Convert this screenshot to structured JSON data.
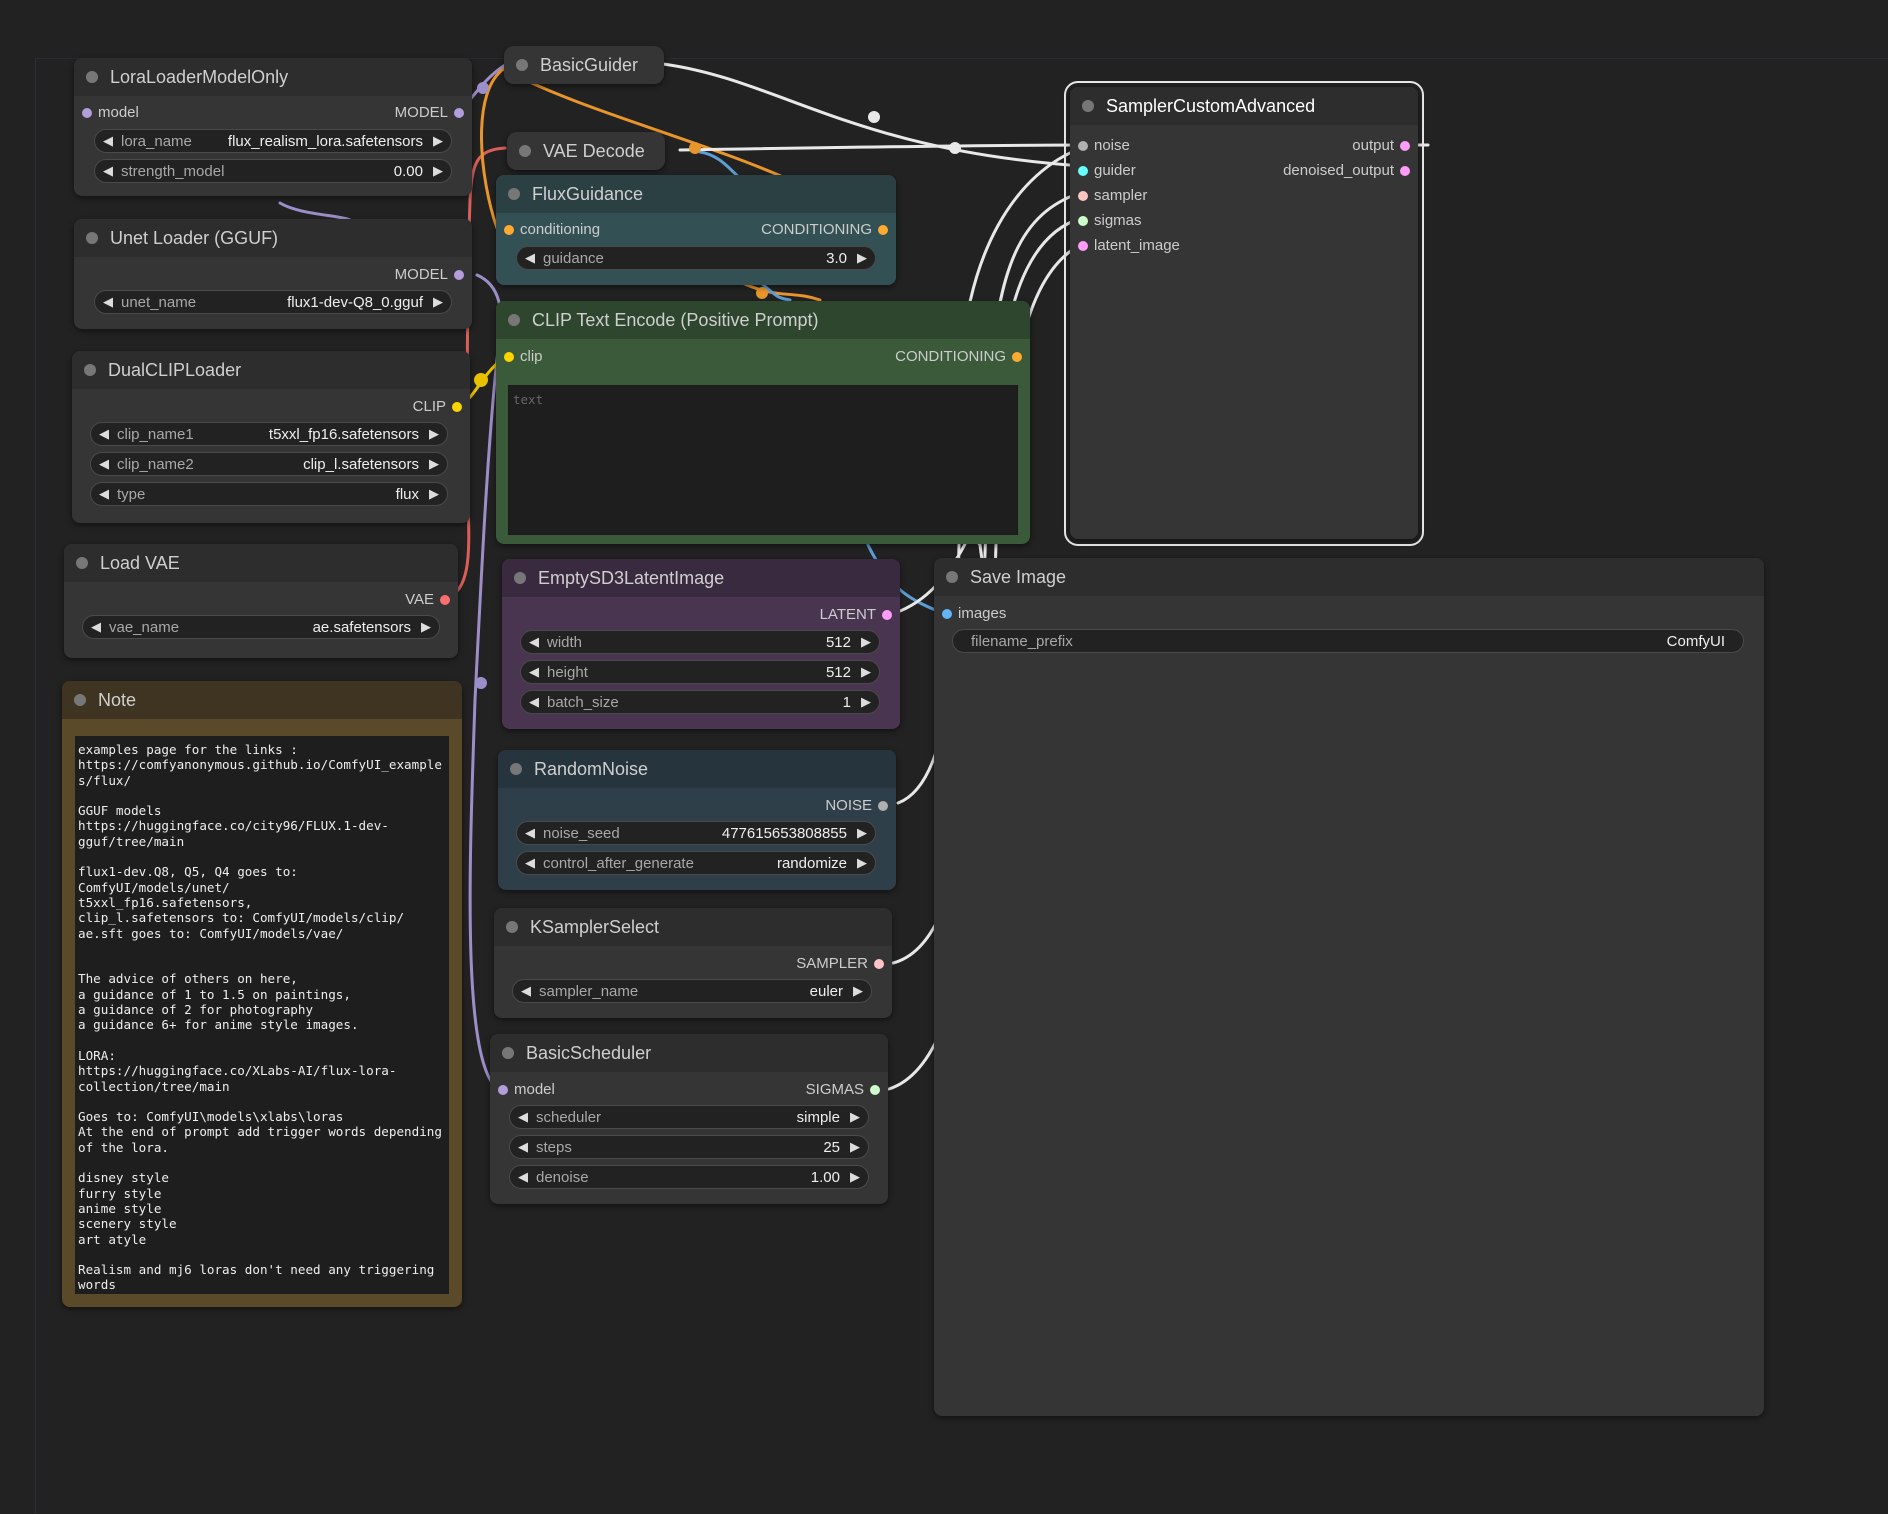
{
  "colors": {
    "background": "#222222",
    "node_body": "#353535",
    "node_title": "#2d2d2d",
    "model": "#b39ddb",
    "clip": "#ffd500",
    "vae": "#ff6e6e",
    "conditioning": "#ffa931",
    "latent": "#ff9cf9",
    "noise": "#b0b0b0",
    "guider": "#66ffff",
    "sampler": "#ffc4c4",
    "sigmas": "#cdffcd",
    "image": "#64b5f6"
  },
  "nodes": {
    "lora": {
      "title": "LoraLoaderModelOnly",
      "in_model": "model",
      "out_model": "MODEL",
      "lora_name_label": "lora_name",
      "lora_name_value": "flux_realism_lora.safetensors",
      "strength_label": "strength_model",
      "strength_value": "0.00"
    },
    "unet": {
      "title": "Unet Loader (GGUF)",
      "out_model": "MODEL",
      "unet_name_label": "unet_name",
      "unet_name_value": "flux1-dev-Q8_0.gguf"
    },
    "dualclip": {
      "title": "DualCLIPLoader",
      "out_clip": "CLIP",
      "clip1_label": "clip_name1",
      "clip1_value": "t5xxl_fp16.safetensors",
      "clip2_label": "clip_name2",
      "clip2_value": "clip_l.safetensors",
      "type_label": "type",
      "type_value": "flux"
    },
    "loadvae": {
      "title": "Load VAE",
      "out_vae": "VAE",
      "vae_name_label": "vae_name",
      "vae_name_value": "ae.safetensors"
    },
    "note": {
      "title": "Note",
      "text": "examples page for the links :\nhttps://comfyanonymous.github.io/ComfyUI_example\ns/flux/\n\nGGUF models\nhttps://huggingface.co/city96/FLUX.1-dev-\ngguf/tree/main\n\nflux1-dev.Q8, Q5, Q4 goes to:\nComfyUI/models/unet/\nt5xxl_fp16.safetensors,\nclip_l.safetensors to: ComfyUI/models/clip/\nae.sft goes to: ComfyUI/models/vae/\n\n\nThe advice of others on here,\na guidance of 1 to 1.5 on paintings,\na guidance of 2 for photography\na guidance 6+ for anime style images.\n\nLORA:\nhttps://huggingface.co/XLabs-AI/flux-lora-\ncollection/tree/main\n\nGoes to: ComfyUI\\models\\xlabs\\loras\nAt the end of prompt add trigger words depending\nof the lora.\n\ndisney style\nfurry style\nanime style\nscenery style\nart atyle\n\nRealism and mj6 loras don't need any triggering\nwords"
    },
    "basicguider": {
      "title": "BasicGuider"
    },
    "vaedecode": {
      "title": "VAE Decode"
    },
    "fluxguidance": {
      "title": "FluxGuidance",
      "in_cond": "conditioning",
      "out_cond": "CONDITIONING",
      "guidance_label": "guidance",
      "guidance_value": "3.0"
    },
    "clipencode": {
      "title": "CLIP Text Encode (Positive Prompt)",
      "in_clip": "clip",
      "out_cond": "CONDITIONING",
      "text_placeholder": "text"
    },
    "emptylatent": {
      "title": "EmptySD3LatentImage",
      "out_latent": "LATENT",
      "width_label": "width",
      "width_value": "512",
      "height_label": "height",
      "height_value": "512",
      "batch_label": "batch_size",
      "batch_value": "1"
    },
    "randomnoise": {
      "title": "RandomNoise",
      "out_noise": "NOISE",
      "seed_label": "noise_seed",
      "seed_value": "477615653808855",
      "control_label": "control_after_generate",
      "control_value": "randomize"
    },
    "ksamplerselect": {
      "title": "KSamplerSelect",
      "out_sampler": "SAMPLER",
      "sampler_label": "sampler_name",
      "sampler_value": "euler"
    },
    "scheduler": {
      "title": "BasicScheduler",
      "in_model": "model",
      "out_sigmas": "SIGMAS",
      "scheduler_label": "scheduler",
      "scheduler_value": "simple",
      "steps_label": "steps",
      "steps_value": "25",
      "denoise_label": "denoise",
      "denoise_value": "1.00"
    },
    "sampler": {
      "title": "SamplerCustomAdvanced",
      "in_noise": "noise",
      "in_guider": "guider",
      "in_sampler": "sampler",
      "in_sigmas": "sigmas",
      "in_latent": "latent_image",
      "out_output": "output",
      "out_denoised": "denoised_output"
    },
    "saveimage": {
      "title": "Save Image",
      "in_images": "images",
      "prefix_label": "filename_prefix",
      "prefix_value": "ComfyUI"
    }
  }
}
